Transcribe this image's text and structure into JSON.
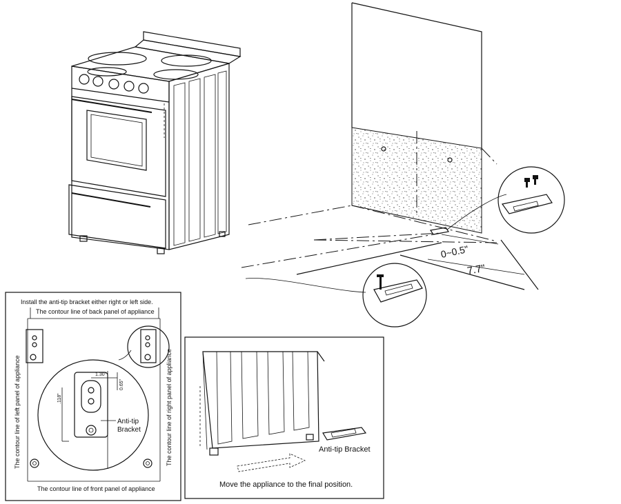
{
  "install_diagram": {
    "dimensions": {
      "gap": "0~0.5\"",
      "distance": "7.7\""
    }
  },
  "bracket_layout": {
    "install_note": "Install the anti-tip bracket either right or left side.",
    "back_panel_label": "The contour line of back panel of appliance",
    "left_panel_label": "The contour line of left panel of appliance",
    "right_panel_label": "The contour line of right panel of appliance",
    "front_panel_label": "The contour line of front panel of appliance",
    "bracket_label_line1": "Anti-tip",
    "bracket_label_line2": "Bracket",
    "dim_horizontal": "1.30\"",
    "dim_vertical": "0.65\"",
    "dim_side": ".118\""
  },
  "final_position": {
    "bracket_label": "Anti-tip Bracket",
    "caption": "Move the appliance to the final position."
  }
}
